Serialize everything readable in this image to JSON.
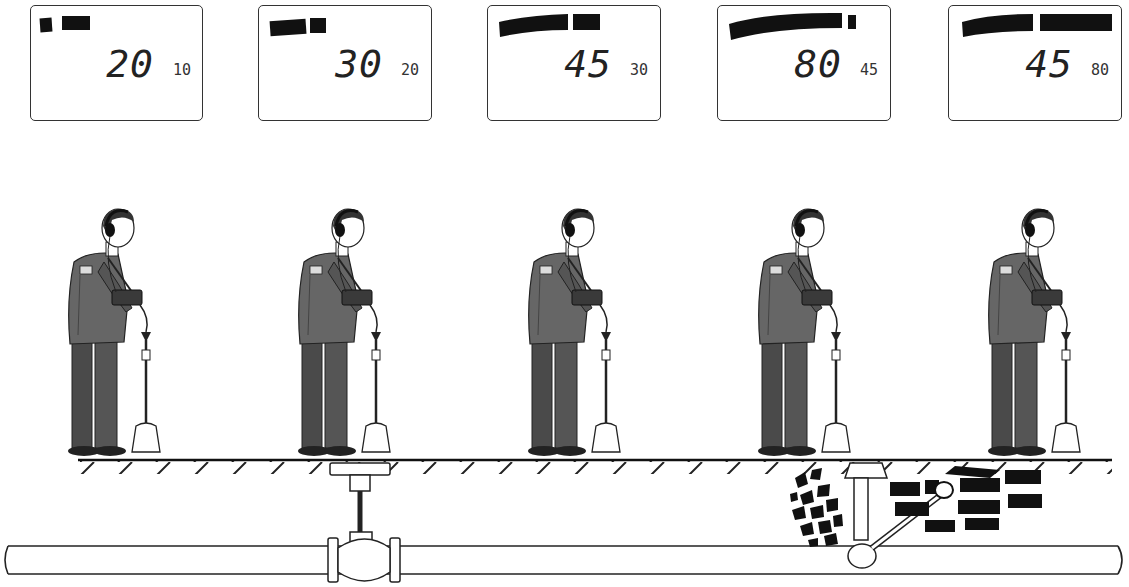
{
  "diagram": {
    "nodes": [
      {
        "text": [
          "20",
          "10"
        ]
      },
      {
        "text": [
          "30",
          "20"
        ]
      },
      {
        "text": [
          "45",
          "30"
        ]
      },
      {
        "text": [
          "80",
          "45"
        ]
      },
      {
        "text": [
          "45",
          "80"
        ]
      }
    ]
  }
}
